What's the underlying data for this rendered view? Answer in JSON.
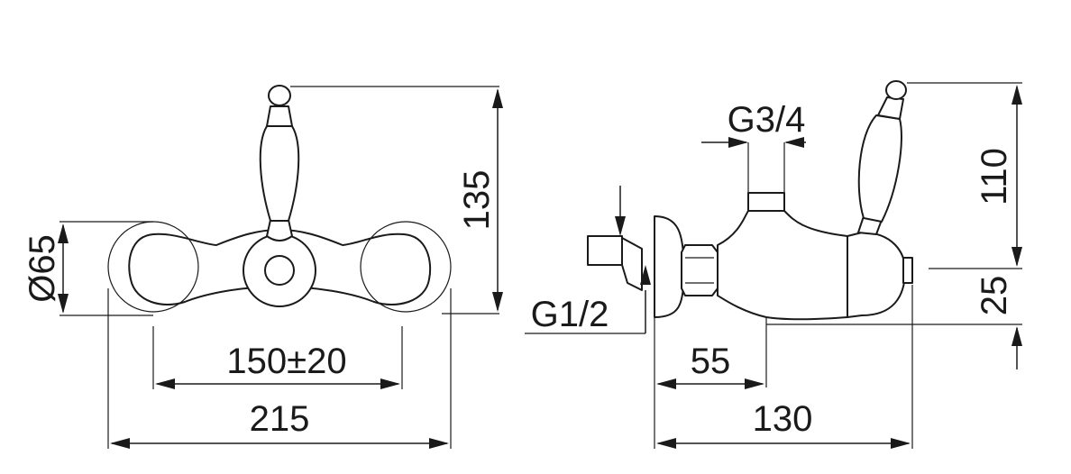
{
  "dimensions": {
    "front_height": "135",
    "front_diameter": "Ø65",
    "front_centers": "150±20",
    "front_width": "215",
    "side_outlet_thread": "G3/4",
    "side_inlet_thread": "G1/2",
    "side_height": "110",
    "side_offset": "25",
    "side_inlet_depth": "55",
    "side_depth": "130"
  }
}
